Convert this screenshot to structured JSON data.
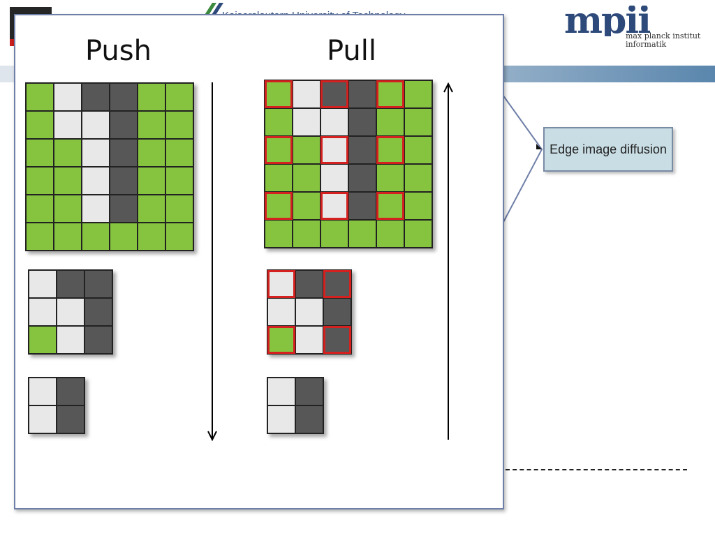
{
  "slide": {
    "header_text": "Kaiserslautern University of Technology",
    "mpi_logo": {
      "mark": "mpii",
      "line1": "max planck institut",
      "line2": "informatik"
    }
  },
  "panel": {
    "push": {
      "title": "Push",
      "grids": [
        [
          "gwddgg",
          "gwwdgg",
          "ggwdgg",
          "ggwdgg",
          "ggwdgg",
          "gggggg"
        ],
        [
          "wdd",
          "wwd",
          "gwd"
        ],
        [
          "wd",
          "wd"
        ]
      ],
      "arrow_direction": "down"
    },
    "pull": {
      "title": "Pull",
      "grids": [
        [
          "gwddgg",
          "gwwdgg",
          "ggwdgg",
          "ggwdgg",
          "ggwdgg",
          "gggggg"
        ],
        [
          "wdd",
          "wwd",
          "gwd"
        ],
        [
          "wd",
          "wd"
        ]
      ],
      "highlighted": [
        [
          [
            0,
            0
          ],
          [
            0,
            2
          ],
          [
            0,
            4
          ],
          [
            2,
            0
          ],
          [
            2,
            2
          ],
          [
            2,
            4
          ],
          [
            4,
            0
          ],
          [
            4,
            2
          ],
          [
            4,
            4
          ]
        ],
        [
          [
            0,
            0
          ],
          [
            0,
            2
          ],
          [
            2,
            0
          ],
          [
            2,
            2
          ]
        ],
        []
      ],
      "arrow_direction": "up"
    }
  },
  "callout": {
    "text": "Edge image diffusion"
  },
  "colors": {
    "green": "#86c440",
    "light": "#e8e8e8",
    "dark": "#575757",
    "highlight": "#d4201e",
    "panel_border": "#6f7fa8"
  }
}
